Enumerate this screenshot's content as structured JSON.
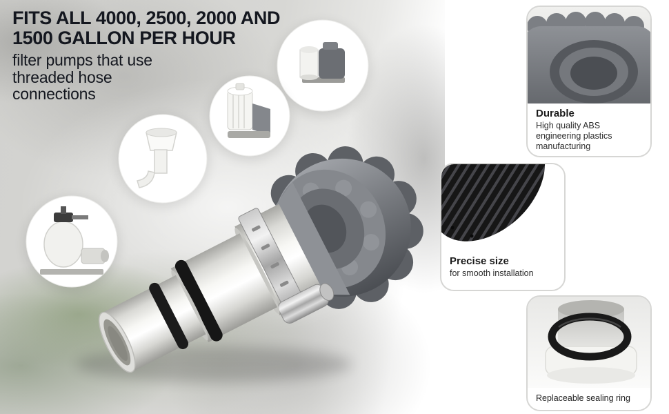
{
  "headline": {
    "bold_line1": "FITS ALL 4000, 2500, 2000 AND",
    "bold_line2": "1500 GALLON PER HOUR",
    "sub_line1": "filter pumps that use",
    "sub_line2": "threaded hose",
    "sub_line3": "connections"
  },
  "bubbles": [
    {
      "icon": "cartridge-filter-pump-photo"
    },
    {
      "icon": "filter-cartridge-photo"
    },
    {
      "icon": "skimmer-funnel-photo"
    },
    {
      "icon": "sand-filter-pump-photo"
    }
  ],
  "features": [
    {
      "title": "Durable",
      "description": "High quality ABS engineering plastics manufacturing"
    },
    {
      "title": "Precise size",
      "description": "for smooth installation"
    },
    {
      "title": "Replaceable sealing ring",
      "description": ""
    }
  ],
  "colors": {
    "headline_text": "#14171f",
    "card_border": "#d6d6d4",
    "collar_gray": "#75787d",
    "tube_white": "#f4f4f1",
    "oring_black": "#1a1a1a",
    "background_texture": "#d4d4d1",
    "grass_green": "#82946c"
  }
}
